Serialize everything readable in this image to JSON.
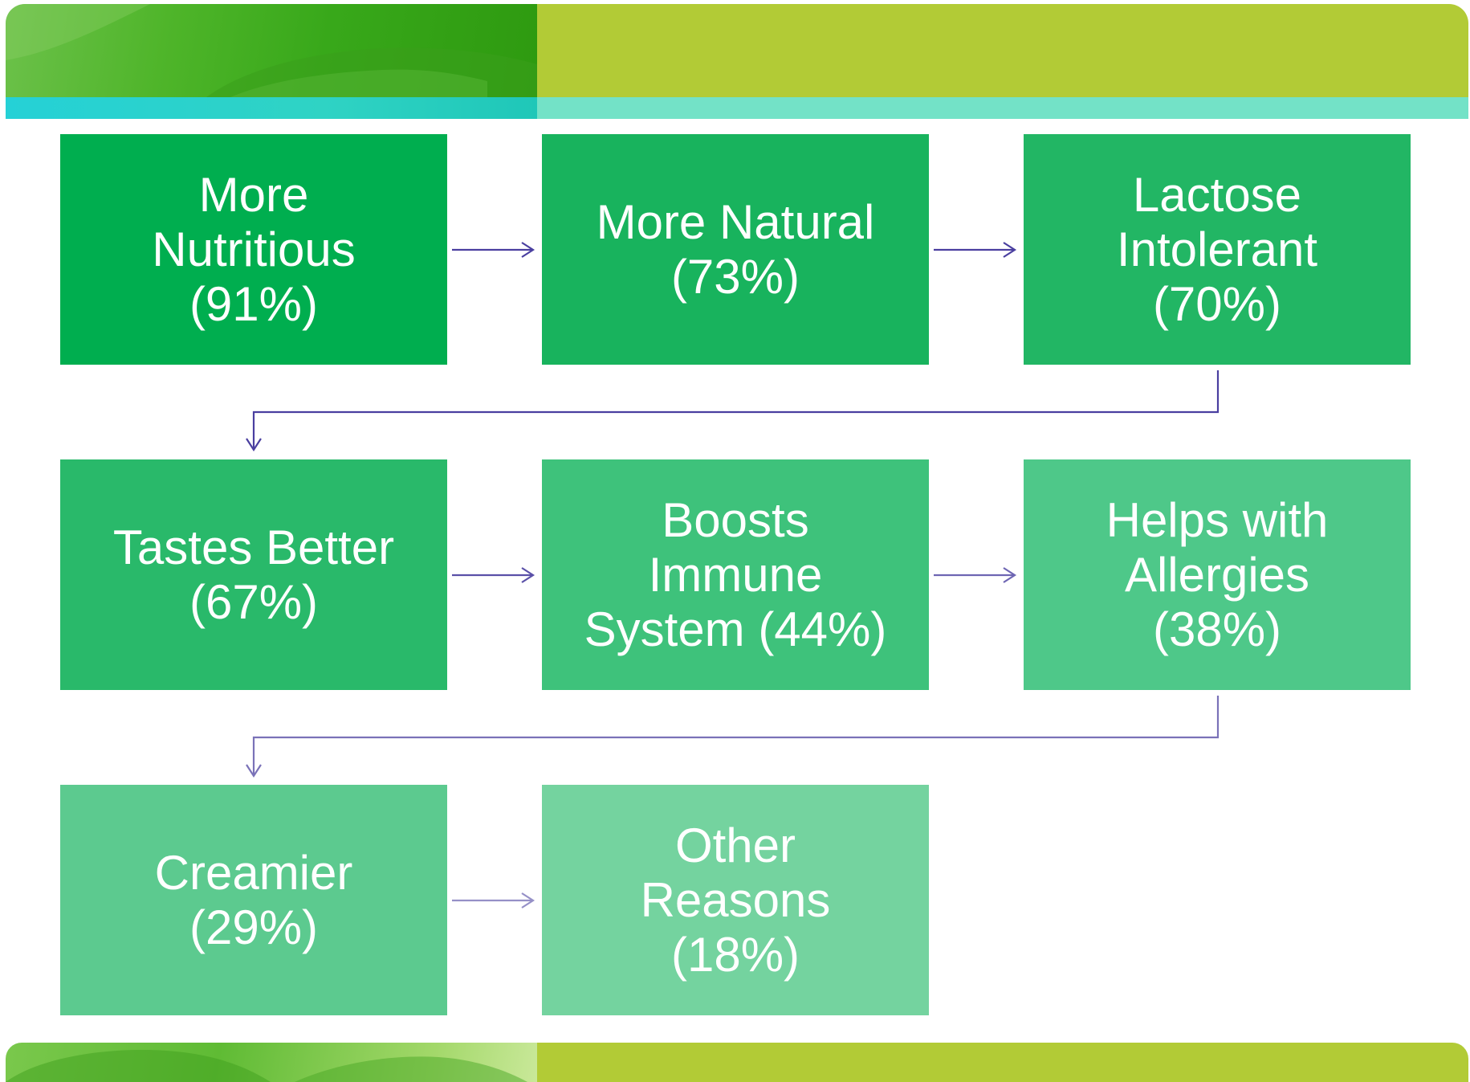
{
  "diagram": {
    "steps": [
      {
        "label": "More\nNutritious\n(91%)",
        "color": "#00ae4f"
      },
      {
        "label": "More Natural\n(73%)",
        "color": "#18b35d"
      },
      {
        "label": "Lactose\nIntolerant\n(70%)",
        "color": "#22b664"
      },
      {
        "label": "Tastes Better\n(67%)",
        "color": "#29b96a"
      },
      {
        "label": "Boosts\nImmune\nSystem (44%)",
        "color": "#3ec27b"
      },
      {
        "label": "Helps with\nAllergies\n(38%)",
        "color": "#4ec889"
      },
      {
        "label": "Creamier\n(29%)",
        "color": "#5cca8f"
      },
      {
        "label": "Other\nReasons\n(18%)",
        "color": "#74d39f"
      }
    ],
    "connector_color": "#4a3fa0",
    "banner_colors": {
      "lime": "#b2cb36",
      "teal": "#73e2c7",
      "leaf": "#2e9a10"
    }
  }
}
